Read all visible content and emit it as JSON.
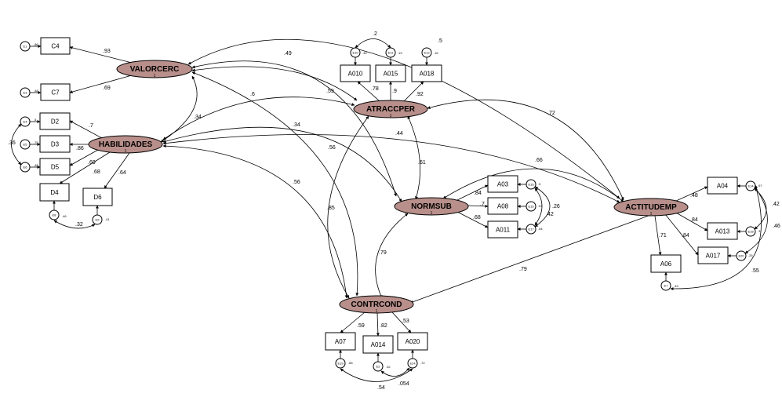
{
  "latents": {
    "valorcerc": "VALORCERC",
    "habilidades": "HABILIDADES",
    "atraccper": "ATRACCPER",
    "normsub": "NORMSUB",
    "actitudemp": "ACTITUDEMP",
    "contrcond": "CONTRCOND",
    "one": "1"
  },
  "indicators": {
    "c4": "C4",
    "c7": "C7",
    "d2": "D2",
    "d3": "D3",
    "d5": "D5",
    "d4": "D4",
    "d6": "D6",
    "a010": "A010",
    "a015": "A015",
    "a018": "A018",
    "a03": "A03",
    "a08": "A08",
    "a011": "A011",
    "a04": "A04",
    "a013": "A013",
    "a017": "A017",
    "a06": "A06",
    "a07": "A07",
    "a014": "A014",
    "a020": "A020"
  },
  "errors": {
    "e1": "E1",
    "e3": "E3",
    "e4": "E4",
    "e5": "E5",
    "e6": "E6",
    "e8": "E8",
    "e9": "E9",
    "e10": "E10",
    "e11": "E11",
    "e12": "E12",
    "e16": "E16",
    "e15": "E15",
    "e17": "E17",
    "e14": "E14",
    "e18": "E18",
    "e20": "E20",
    "e7": "E7",
    "e19": "E19",
    "e2": "E2",
    "e24": "E24"
  },
  "loadings": {
    "c4": ".93",
    "c7": ".69",
    "d2": ".7",
    "d3": ".86",
    "d5": ".69",
    "d4": ".68",
    "d6": ".64",
    "a010": ".78",
    "a015": ".9",
    "a018": ".92",
    "a03": ".84",
    "a08": ".7",
    "a011": ".68",
    "a04": ".48",
    "a013": ".84",
    "a017": ".84",
    "a06": ".71",
    "a07": ".59",
    "a014": ".82",
    "a020": ".53"
  },
  "r2": {
    "c4": ".86",
    "c7": ".48",
    "d2": ".5",
    "d3": ".75",
    "d5": ".48",
    "d4": ".46",
    "d6": ".41",
    "a010": ".39",
    "a015": ".19",
    "a018": ".16",
    "a03": ".9",
    "a08": ".51",
    "a011": ".54",
    "a04": ".97",
    "a013": ".3",
    "a017": ".25",
    "a06": ".49",
    "a07": ".65",
    "a014": ".32",
    "a020": ".72"
  },
  "covariances": {
    "valor_hab": ".34",
    "valor_norm": ".49",
    "valor_atrac": ".59",
    "valor_actit": ".5",
    "valor_contr": ".34",
    "hab_atrac": ".6",
    "hab_actit": ".44",
    "hab_contr": ".56",
    "hab_norm": ".56",
    "atrac_norm": ".61",
    "atrac_actit": ".72",
    "atrac_contr": ".85",
    "norm_actit": ".66",
    "norm_contr": ".79",
    "actit_contr": ".79"
  },
  "error_covariances": {
    "e10_e11": ".2",
    "e4_e6": ".36",
    "e8_e9": ".32",
    "e16_e17_a": ".26",
    "e16_e17_b": ".42",
    "e14_e18": ".42",
    "e14_e20": ".46",
    "e14_e7": ".55",
    "e19_e24": ".54",
    "e2_e24": ".054"
  }
}
